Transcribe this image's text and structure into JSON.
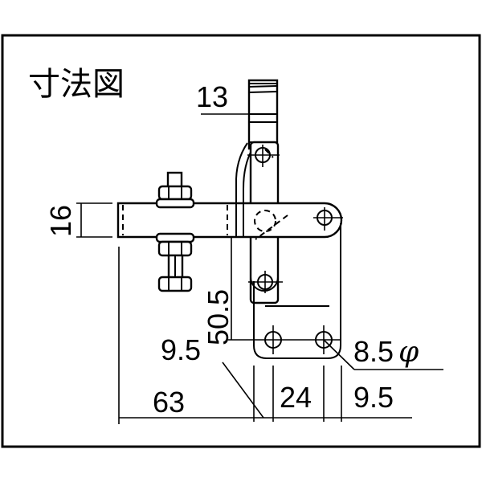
{
  "title": "寸法図",
  "colors": {
    "line": "#000000",
    "background": "#ffffff"
  },
  "dimensions": {
    "handle_width": "13",
    "arm_thickness": "16",
    "height": "50.5",
    "hole_diameter": "8.5",
    "diameter_symbol": "φ",
    "left_offset": "9.5",
    "overall_length": "63",
    "hole_pitch": "24",
    "right_offset": "9.5"
  }
}
